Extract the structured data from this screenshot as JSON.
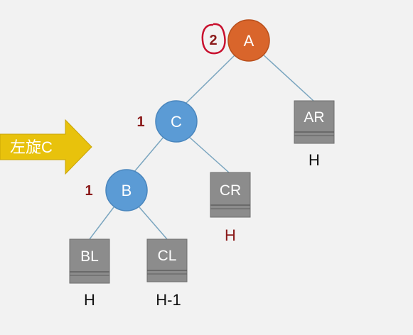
{
  "colors": {
    "node_blue": "#5b9bd5",
    "node_orange": "#d9652b",
    "box_gray": "#8c8c8c",
    "edge": "#7aa5bf",
    "balance_red": "#8b1a1a",
    "arrow_yellow": "#e8c20c",
    "background": "#f2f2f2"
  },
  "arrow": {
    "label": "左旋C"
  },
  "nodes": {
    "A": {
      "label": "A",
      "balance": "2"
    },
    "C": {
      "label": "C",
      "balance": "1"
    },
    "B": {
      "label": "B",
      "balance": "1"
    }
  },
  "subtrees": {
    "AR": {
      "label": "AR",
      "height": "H"
    },
    "CR": {
      "label": "CR",
      "height": "H"
    },
    "BL": {
      "label": "BL",
      "height": "H"
    },
    "CL": {
      "label": "CL",
      "height": "H-1"
    }
  }
}
